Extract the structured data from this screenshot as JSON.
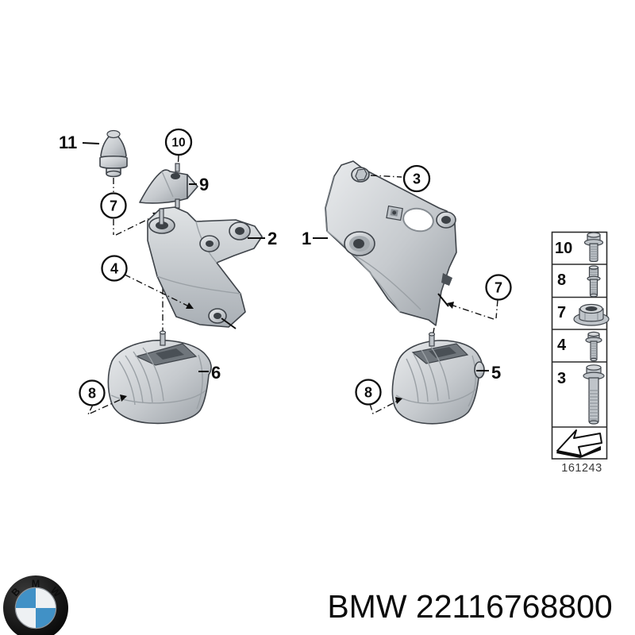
{
  "diagram": {
    "labels": {
      "l11": "11",
      "l9": "9",
      "l2": "2",
      "l1": "1",
      "l6": "6",
      "l5": "5"
    },
    "callouts": {
      "c10": "10",
      "c7_left": "7",
      "c4": "4",
      "c8_left": "8",
      "c3": "3",
      "c7_right": "7",
      "c8_right": "8"
    },
    "legend": {
      "rows": [
        {
          "number": "10",
          "icon": "hex-flange-bolt-icon"
        },
        {
          "number": "8",
          "icon": "stud-bolt-icon"
        },
        {
          "number": "7",
          "icon": "flange-nut-icon"
        },
        {
          "number": "4",
          "icon": "hex-bolt-icon"
        },
        {
          "number": "3",
          "icon": "long-hex-bolt-icon"
        },
        {
          "icon": "direction-arrow-icon"
        }
      ],
      "code": "161243"
    }
  },
  "footer": {
    "part_number": "BMW 22116768800",
    "logo_letters": {
      "b": "B",
      "m": "M",
      "w": "W"
    }
  },
  "colors": {
    "blue": "#4191c6",
    "line": "#0d0d0d",
    "metal": "#c6cace"
  }
}
